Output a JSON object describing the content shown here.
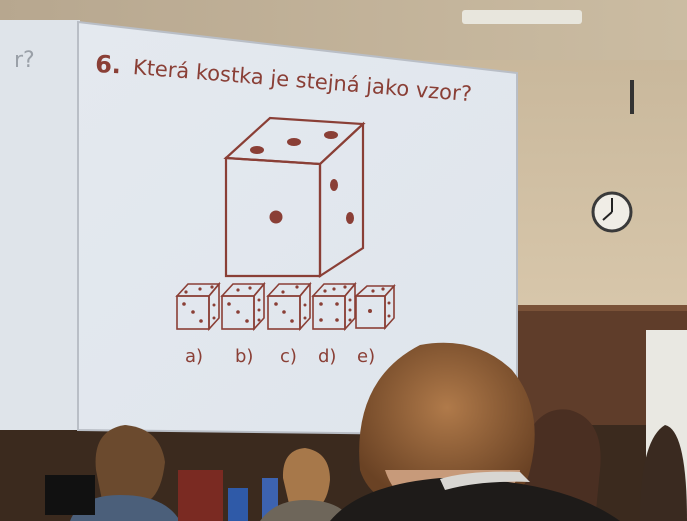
{
  "slide": {
    "question_number": "6.",
    "question_text": "Která kostka je stejná jako vzor?",
    "left_slide_fragment": "r?",
    "options": [
      "a)",
      "b)",
      "c)",
      "d)",
      "e)"
    ]
  },
  "colors": {
    "slide_bg": "#e7ecf2",
    "ink": "#8a3f36",
    "wall": "#d9c8ad",
    "panel_wood": "#5a3a28"
  }
}
